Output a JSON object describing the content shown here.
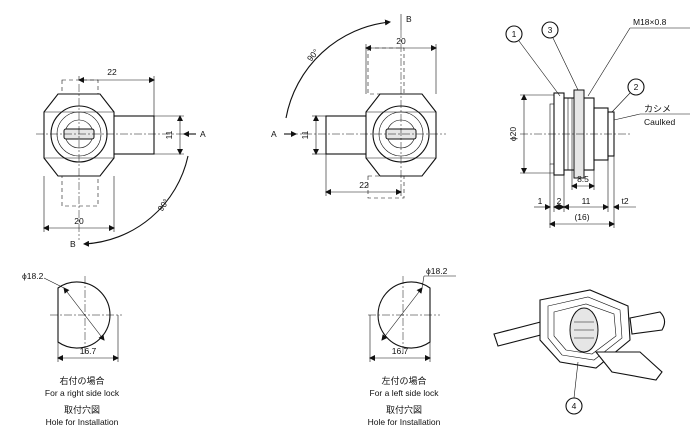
{
  "right_view": {
    "dim_top": "22",
    "dim_bottom": "20",
    "dim_side": "11",
    "label_a": "A",
    "label_b": "B",
    "angle": "90°"
  },
  "left_view": {
    "dim_top": "20",
    "dim_bottom": "22",
    "dim_side": "11",
    "label_a": "A",
    "label_b": "B",
    "angle": "90°"
  },
  "side_view": {
    "callout_1": "1",
    "callout_2": "2",
    "callout_3": "3",
    "thread": "M18×0.8",
    "diameter": "ϕ20",
    "caulked_jp": "カシメ",
    "caulked_en": "Caulked",
    "dim_8_5": "8.5",
    "dim_1": "1",
    "dim_2": "2",
    "dim_11": "11",
    "dim_t2": "t2",
    "dim_16": "(16)"
  },
  "hole_right": {
    "diameter": "ϕ18.2",
    "width": "16.7",
    "caption_jp": "右付の場合",
    "caption_en": "For a right side lock",
    "install_jp": "取付穴図",
    "install_en": "Hole for Installation"
  },
  "hole_left": {
    "diameter": "ϕ18.2",
    "width": "16.7",
    "caption_jp": "左付の場合",
    "caption_en": "For a left side lock",
    "install_jp": "取付穴図",
    "install_en": "Hole for Installation"
  },
  "key_view": {
    "callout_4": "4"
  }
}
